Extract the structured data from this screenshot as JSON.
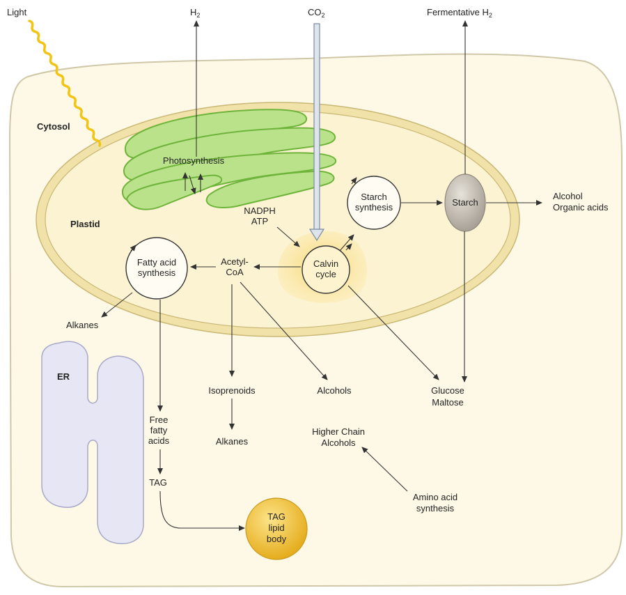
{
  "labels": {
    "light": "Light",
    "h2": "H",
    "h2_sub": "2",
    "co2": "CO",
    "co2_sub": "2",
    "fermentative_h2": "Fermentative H",
    "fermentative_h2_sub": "2",
    "cytosol": "Cytosol",
    "plastid": "Plastid",
    "er": "ER",
    "photosynthesis": "Photosynthesis",
    "nadph": "NADPH",
    "atp": "ATP",
    "calvin_line1": "Calvin",
    "calvin_line2": "cycle",
    "starch_synth_line1": "Starch",
    "starch_synth_line2": "synthesis",
    "starch": "Starch",
    "alcohol": "Alcohol",
    "organic_acids": "Organic acids",
    "fatty_line1": "Fatty acid",
    "fatty_line2": "synthesis",
    "acetyl_line1": "Acetyl-",
    "acetyl_line2": "CoA",
    "alkanes_plastid": "Alkanes",
    "isoprenoids": "Isoprenoids",
    "alkanes_iso": "Alkanes",
    "alcohols": "Alcohols",
    "glucose": "Glucose",
    "maltose": "Maltose",
    "free_line1": "Free",
    "free_line2": "fatty",
    "free_line3": "acids",
    "tag": "TAG",
    "higher_chain_line1": "Higher Chain",
    "higher_chain_line2": "Alcohols",
    "amino_line1": "Amino acid",
    "amino_line2": "synthesis",
    "lipid_line1": "TAG",
    "lipid_line2": "lipid",
    "lipid_line3": "body"
  },
  "colors": {
    "cell_fill": "#fdf9e6",
    "plastid_fill": "#fcf0c4",
    "plastid_ring": "#e8d796",
    "thylakoid_fill": "#b9e28a",
    "thylakoid_stroke": "#6fb43a",
    "light_ray": "#f2c416",
    "calvin_glow": "#fbe39a",
    "starch_grain": "#b9b2a6",
    "er_fill": "#e6e6f4",
    "lipid_body": "#f0c33a"
  }
}
